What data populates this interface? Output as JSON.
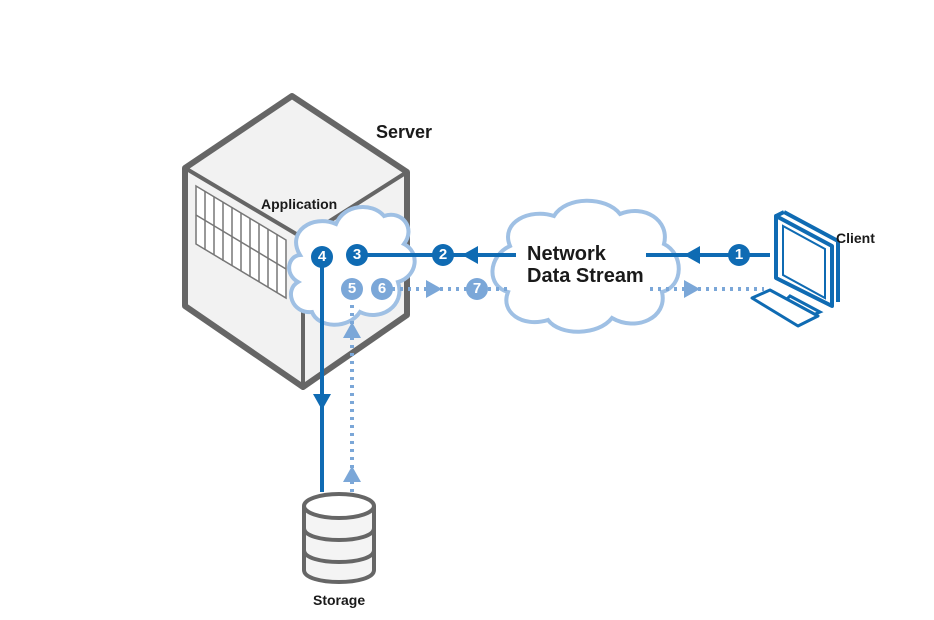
{
  "labels": {
    "server": "Server",
    "application": "Application",
    "network_line1": "Network",
    "network_line2": "Data Stream",
    "client": "Client",
    "storage": "Storage"
  },
  "steps": {
    "s1": "1",
    "s2": "2",
    "s3": "3",
    "s4": "4",
    "s5": "5",
    "s6": "6",
    "s7": "7"
  },
  "colors": {
    "request_flow": "#0f6bb3",
    "response_flow": "#7ba7d8",
    "cloud_stroke": "#9fc0e4",
    "outline_gray": "#666666"
  },
  "icons": {
    "server": "server-cube-icon",
    "client": "computer-monitor-icon",
    "storage": "database-cylinder-icon",
    "cloud": "cloud-icon"
  }
}
